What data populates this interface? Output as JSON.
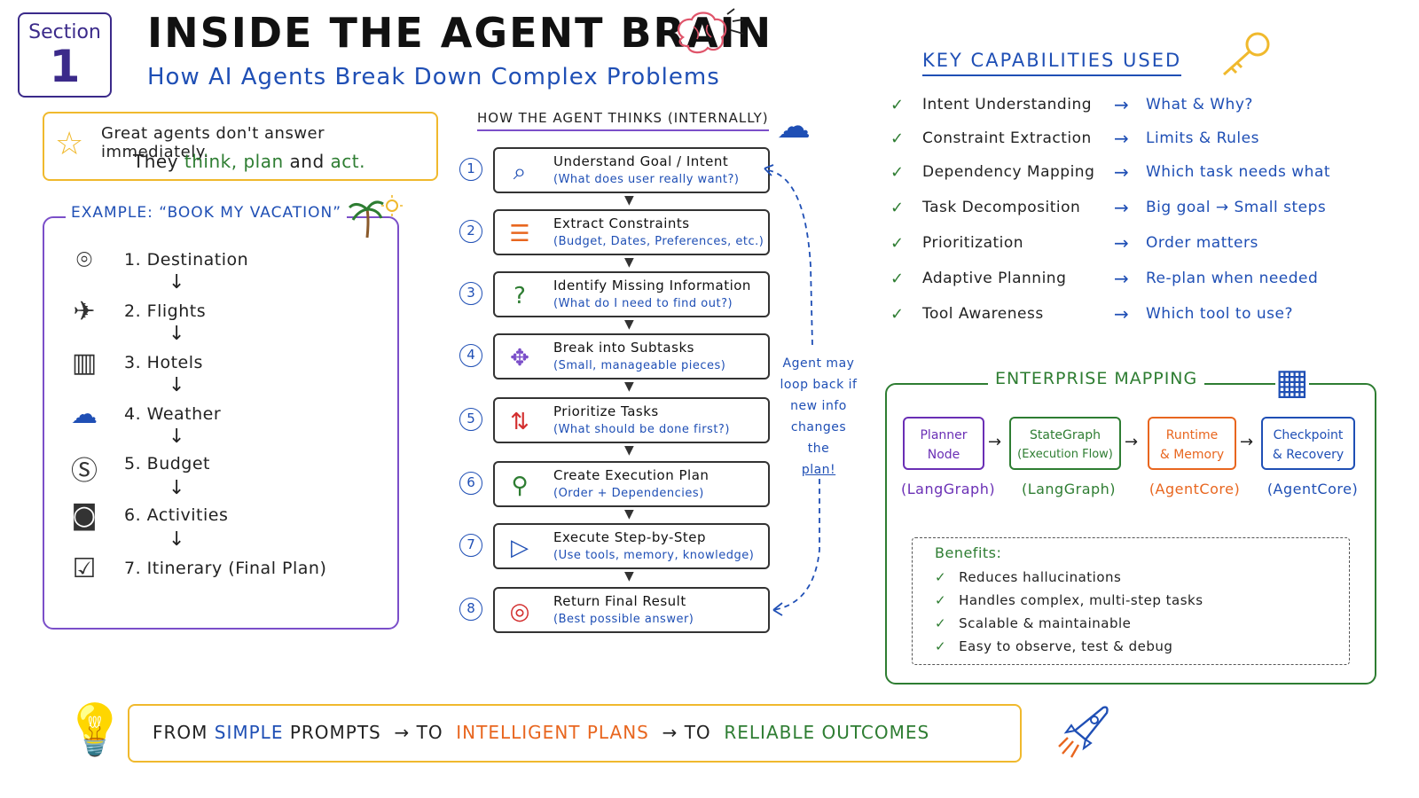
{
  "header": {
    "section_label": "Section",
    "section_number": "1",
    "title": "INSIDE THE AGENT BRAIN",
    "subtitle": "How AI Agents Break Down Complex Problems"
  },
  "quote": {
    "line1": "Great agents don't answer immediately.",
    "line2_prefix": "They",
    "word_think": "think,",
    "word_plan": "plan",
    "word_and": "and",
    "word_act": "act."
  },
  "example": {
    "title": "EXAMPLE: “BOOK MY VACATION”",
    "items": [
      {
        "label": "1.  Destination",
        "icon": "location-pin-icon"
      },
      {
        "label": "2.  Flights",
        "icon": "airplane-icon"
      },
      {
        "label": "3.  Hotels",
        "icon": "hotel-building-icon"
      },
      {
        "label": "4.  Weather",
        "icon": "weather-cloud-sun-icon"
      },
      {
        "label": "5.  Budget",
        "icon": "dollar-coin-icon"
      },
      {
        "label": "6.  Activities",
        "icon": "camera-icon"
      },
      {
        "label": "7.  Itinerary (Final Plan)",
        "icon": "checklist-icon"
      }
    ]
  },
  "flow": {
    "header": "HOW THE AGENT THINKS (INTERNALLY)",
    "steps": [
      {
        "num": "1",
        "title": "Understand Goal / Intent",
        "detail": "(What does user really want?)",
        "icon": "magnifier-icon"
      },
      {
        "num": "2",
        "title": "Extract Constraints",
        "detail": "(Budget, Dates, Preferences, etc.)",
        "icon": "list-icon"
      },
      {
        "num": "3",
        "title": "Identify Missing Information",
        "detail": "(What do I need to find out?)",
        "icon": "question-icon"
      },
      {
        "num": "4",
        "title": "Break into Subtasks",
        "detail": "(Small, manageable pieces)",
        "icon": "puzzle-icon"
      },
      {
        "num": "5",
        "title": "Prioritize Tasks",
        "detail": "(What should be done first?)",
        "icon": "sort-arrows-icon"
      },
      {
        "num": "6",
        "title": "Create Execution Plan",
        "detail": "(Order + Dependencies)",
        "icon": "hierarchy-icon"
      },
      {
        "num": "7",
        "title": "Execute Step-by-Step",
        "detail": "(Use tools, memory, knowledge)",
        "icon": "play-icon"
      },
      {
        "num": "8",
        "title": "Return Final Result",
        "detail": "(Best possible answer)",
        "icon": "target-icon"
      }
    ],
    "loop_note": [
      "Agent may",
      "loop back if",
      "new info",
      "changes the",
      "plan!"
    ]
  },
  "capabilities": {
    "title": "KEY CAPABILITIES USED",
    "rows": [
      {
        "name": "Intent Understanding",
        "desc": "What & Why?"
      },
      {
        "name": "Constraint Extraction",
        "desc": "Limits & Rules"
      },
      {
        "name": "Dependency Mapping",
        "desc": "Which task needs what"
      },
      {
        "name": "Task Decomposition",
        "desc": "Big goal → Small steps"
      },
      {
        "name": "Prioritization",
        "desc": "Order matters"
      },
      {
        "name": "Adaptive Planning",
        "desc": "Re-plan when needed"
      },
      {
        "name": "Tool Awareness",
        "desc": "Which tool to use?"
      }
    ]
  },
  "enterprise": {
    "title": "ENTERPRISE MAPPING",
    "nodes": [
      {
        "line1": "Planner",
        "line2": "Node",
        "sub": "(LangGraph)",
        "color": "#6a2fb5"
      },
      {
        "line1": "StateGraph",
        "line2": "(Execution Flow)",
        "sub": "(LangGraph)",
        "color": "#2e7d32"
      },
      {
        "line1": "Runtime",
        "line2": "& Memory",
        "sub": "(AgentCore)",
        "color": "#e8661f"
      },
      {
        "line1": "Checkpoint",
        "line2": "& Recovery",
        "sub": "(AgentCore)",
        "color": "#1f4fb5"
      }
    ],
    "benefits_title": "Benefits:",
    "benefits": [
      "Reduces hallucinations",
      "Handles complex, multi-step tasks",
      "Scalable & maintainable",
      "Easy to observe, test & debug"
    ]
  },
  "banner": {
    "p1": "FROM",
    "p2": "SIMPLE",
    "p3": "PROMPTS",
    "p4": "→  TO",
    "p5": "INTELLIGENT PLANS",
    "p6": "→  TO",
    "p7": "RELIABLE OUTCOMES"
  },
  "colors": {
    "accent_blue": "#1f4fb5",
    "accent_purple": "#7b4fc9",
    "accent_green": "#2e7d32",
    "accent_orange": "#e8661f",
    "accent_yellow": "#f0b92d"
  }
}
